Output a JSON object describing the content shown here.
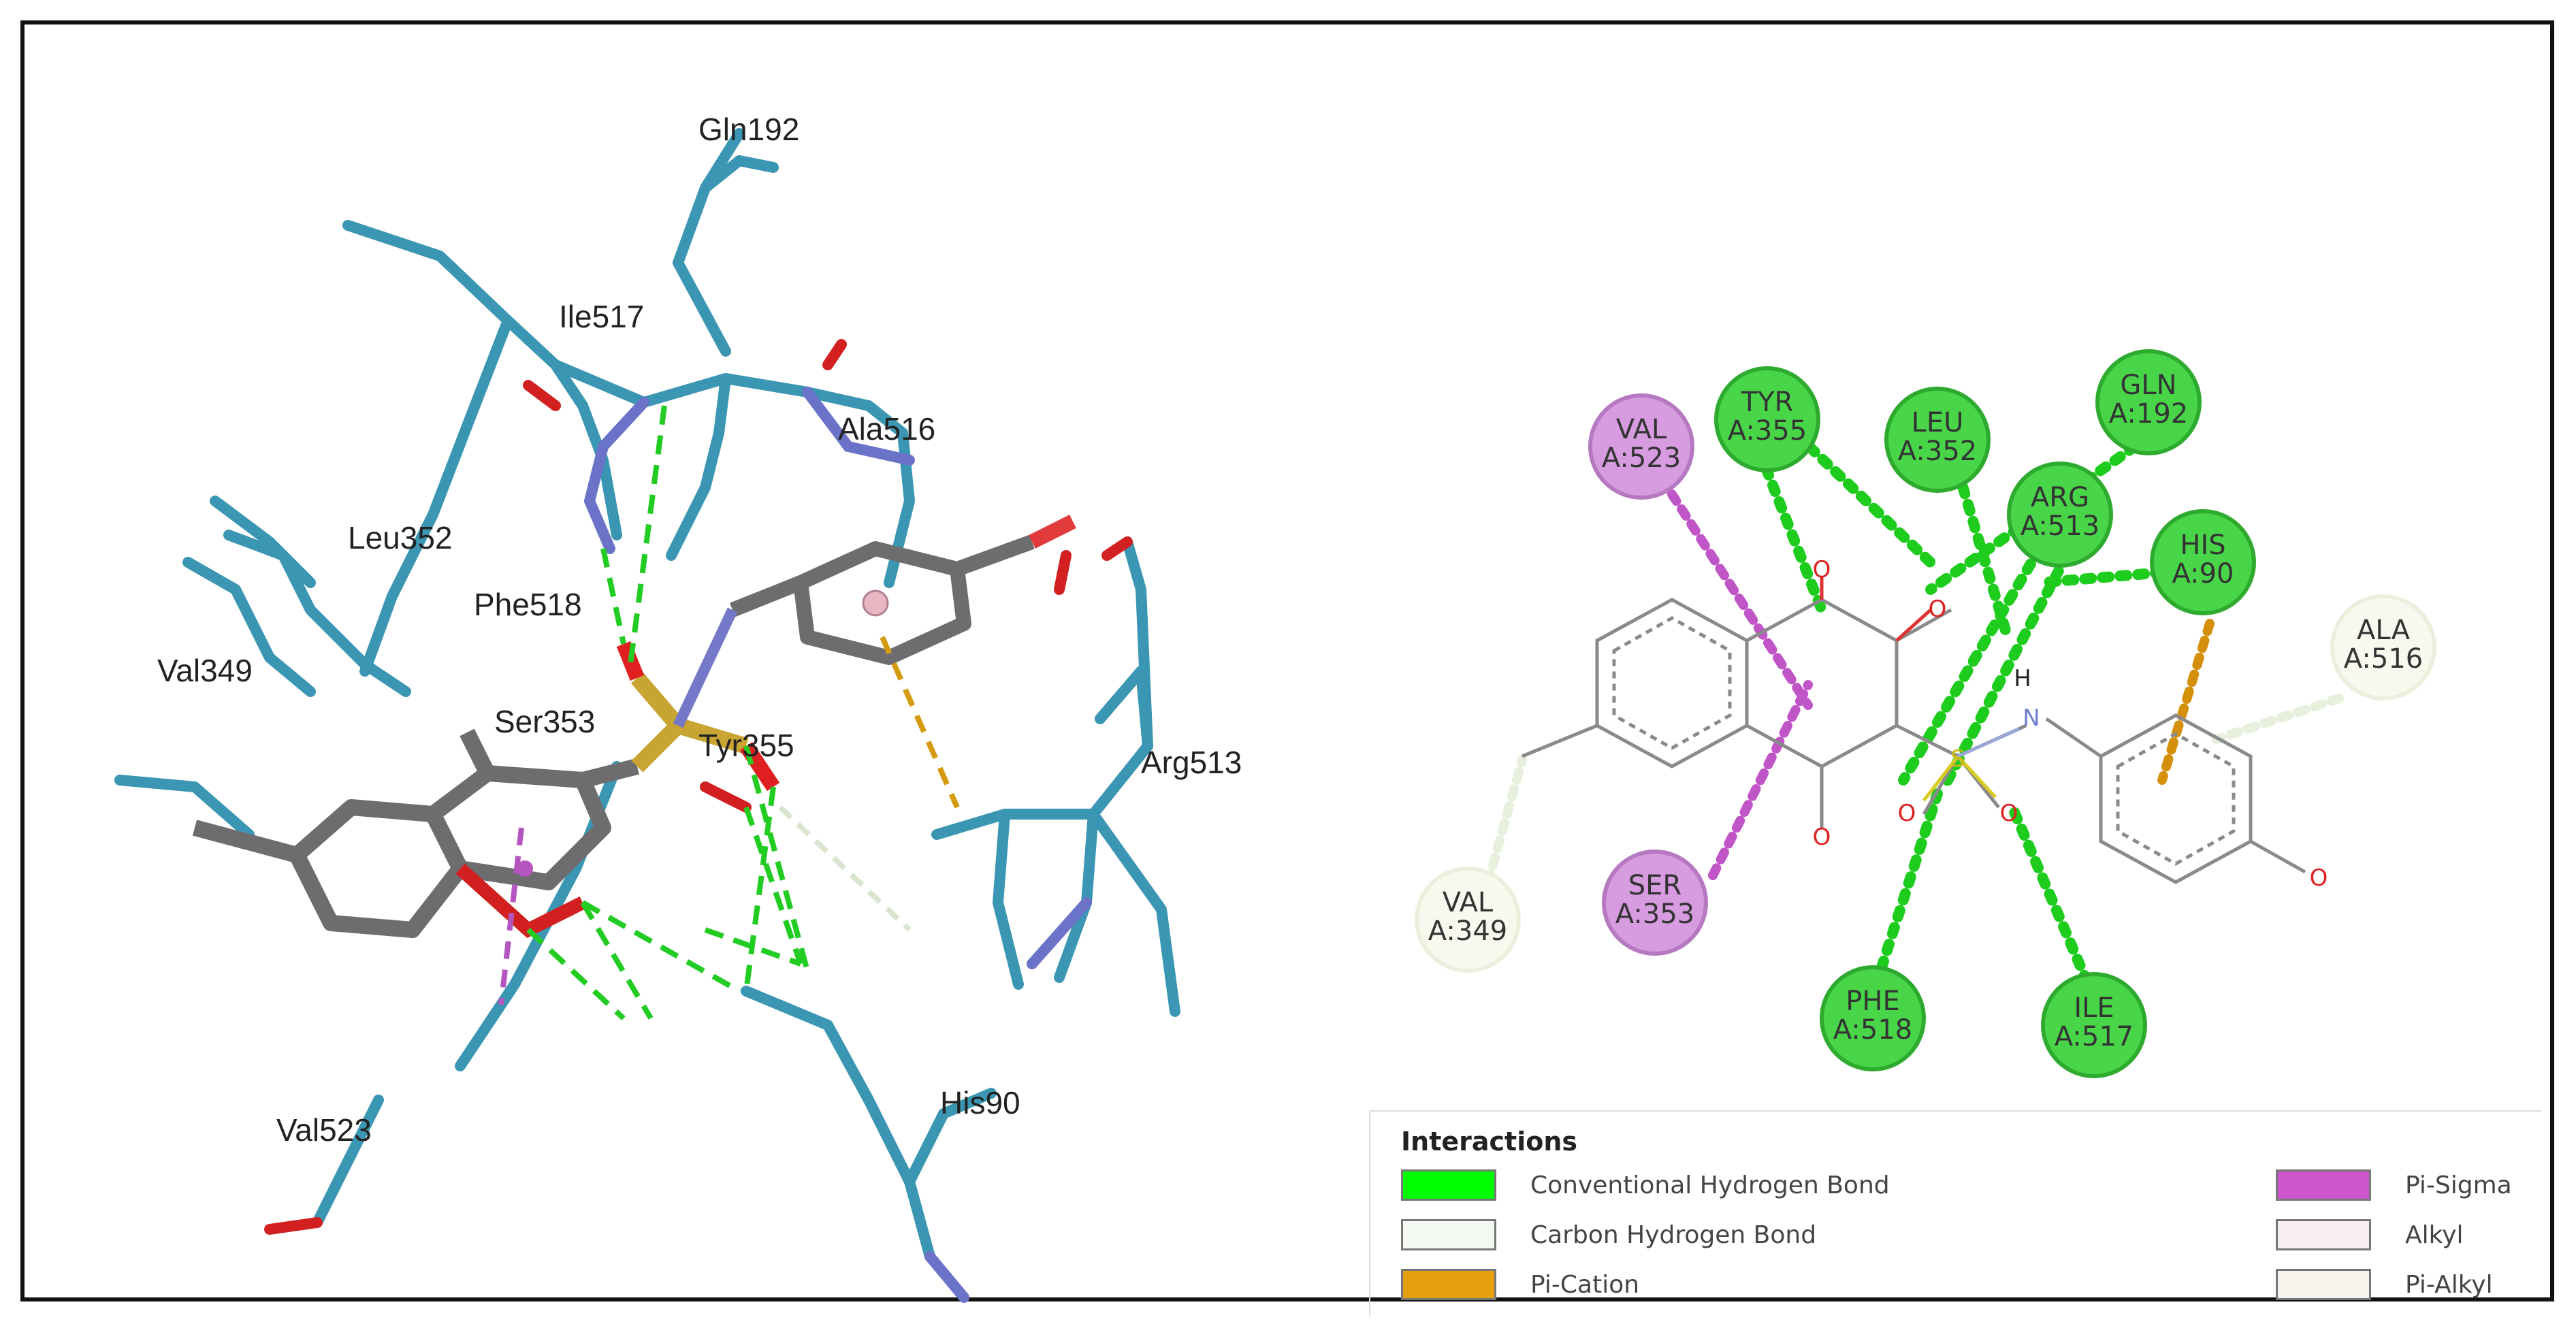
{
  "structure_3d": {
    "residue_labels": [
      "Gln192",
      "Ile517",
      "Ala516",
      "Leu352",
      "Phe518",
      "Val349",
      "Ser353",
      "Tyr355",
      "Arg513",
      "His90",
      "Val523"
    ]
  },
  "diagram_2d": {
    "residues": [
      {
        "name": "VAL",
        "id": "A:523",
        "type": "pi_sigma"
      },
      {
        "name": "TYR",
        "id": "A:355",
        "type": "conventional_hbond"
      },
      {
        "name": "LEU",
        "id": "A:352",
        "type": "conventional_hbond"
      },
      {
        "name": "GLN",
        "id": "A:192",
        "type": "conventional_hbond"
      },
      {
        "name": "ARG",
        "id": "A:513",
        "type": "conventional_hbond"
      },
      {
        "name": "HIS",
        "id": "A:90",
        "type": "conventional_hbond"
      },
      {
        "name": "ALA",
        "id": "A:516",
        "type": "carbon_hbond"
      },
      {
        "name": "VAL",
        "id": "A:349",
        "type": "carbon_hbond"
      },
      {
        "name": "SER",
        "id": "A:353",
        "type": "pi_sigma"
      },
      {
        "name": "PHE",
        "id": "A:518",
        "type": "conventional_hbond"
      },
      {
        "name": "ILE",
        "id": "A:517",
        "type": "conventional_hbond"
      }
    ],
    "atoms": {
      "oxygen": "O",
      "hydrogen": "H",
      "nitrogen": "N",
      "sulfur": "S"
    }
  },
  "legend": {
    "title": "Interactions",
    "items": [
      {
        "label": "Conventional Hydrogen Bond",
        "color": "#00ff00"
      },
      {
        "label": "Carbon Hydrogen Bond",
        "color": "#f3f8f0"
      },
      {
        "label": "Pi-Cation",
        "color": "#e6a00e"
      },
      {
        "label": "Pi-Sigma",
        "color": "#cc55cc"
      },
      {
        "label": "Alkyl",
        "color": "#f6eef0"
      },
      {
        "label": "Pi-Alkyl",
        "color": "#f7f2ec"
      }
    ]
  },
  "colors": {
    "conventional_hbond": "#1ecc1e",
    "carbon_hbond": "#e6f0dc",
    "pi_cation": "#d4900a",
    "pi_sigma": "#c055c8",
    "protein_stick": "#3a9bb5",
    "ligand_stick": "#6d6d70"
  }
}
